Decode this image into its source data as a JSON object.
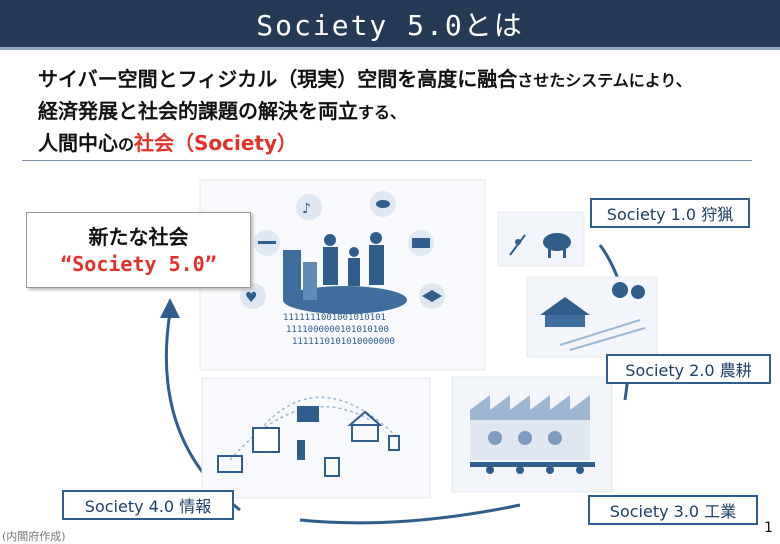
{
  "title": "Society 5.0とは",
  "lead": {
    "line1_a": "サイバー空間とフィジカル（現実）空間を高度に融合",
    "line1_b": "させたシステムにより、",
    "line2_a": "経済発展と社会的課題の解決を両立",
    "line2_b": "する、",
    "line3_a": "人間中心",
    "line3_b": "の",
    "line3_c": "社会（Society）"
  },
  "callout": {
    "line1": "新たな社会",
    "line2": "“Society 5.0”"
  },
  "stages": {
    "s1": "Society 1.0 狩猟",
    "s2": "Society 2.0 農耕",
    "s3": "Society 3.0 工業",
    "s4": "Society 4.0 情報"
  },
  "binary": {
    "r1": "1111111001001010101",
    "r2": "1111000000101010100",
    "r3": "1111110101010000000"
  },
  "source": "(内閣府作成)",
  "page_number": "1",
  "colors": {
    "accent": "#e3302b",
    "navy": "#243a55",
    "illustration_blue": "#2f5e8c"
  }
}
